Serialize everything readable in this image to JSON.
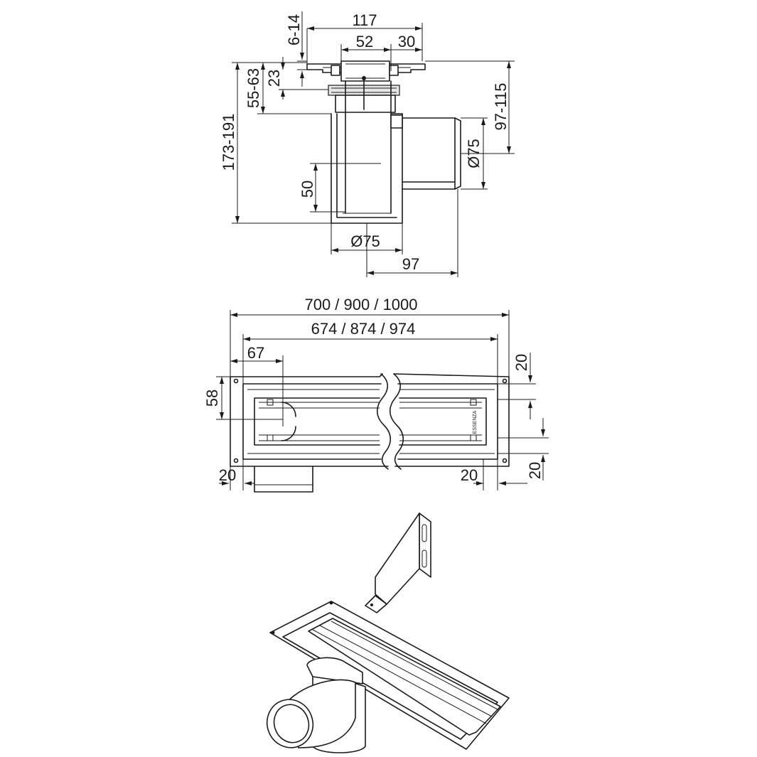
{
  "side_view": {
    "dim_width_total": "117",
    "dim_outlet_center": "52",
    "dim_right_offset": "30",
    "dim_top_adjust": "6-14",
    "dim_frame_height": "23",
    "dim_body_adjust": "55-63",
    "dim_total_height": "173-191",
    "dim_outlet_height": "97-115",
    "dim_outlet_diameter": "Ø75",
    "dim_water_seal": "50",
    "dim_body_diameter": "Ø75",
    "dim_outlet_length": "97"
  },
  "plan_view": {
    "dim_overall_length": "700 / 900 / 1000",
    "dim_inner_length": "674 / 874 / 974",
    "dim_outlet_offset": "67",
    "dim_width": "58",
    "dim_edge_left": "20",
    "dim_edge_right": "20",
    "dim_flange_top": "20",
    "dim_flange_bottom": "20",
    "brand_mark": "ESSENZA"
  },
  "perspective_view": {
    "items": [
      "bracket",
      "channel",
      "trap"
    ]
  }
}
